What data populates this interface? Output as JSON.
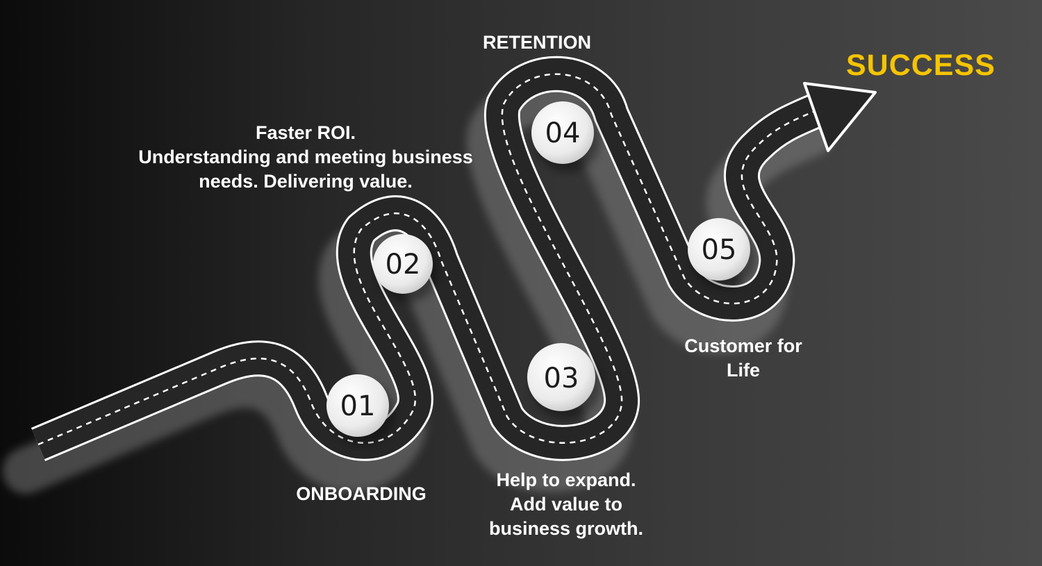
{
  "diagram": {
    "goal": "SUCCESS",
    "stages": [
      {
        "number": "01",
        "lines": [
          "ONBOARDING"
        ]
      },
      {
        "number": "02",
        "lines": [
          "Faster ROI.",
          "Understanding and meeting business",
          "needs. Delivering value."
        ]
      },
      {
        "number": "03",
        "lines": [
          "Help to expand.",
          "Add value to",
          "business growth."
        ]
      },
      {
        "number": "04",
        "lines": [
          "RETENTION"
        ]
      },
      {
        "number": "05",
        "lines": [
          "Customer for",
          "Life"
        ]
      }
    ]
  },
  "colors": {
    "accent": "#f5c400",
    "road": "#262626",
    "road_edge": "#ffffff",
    "marker": "#ececec",
    "text": "#ffffff"
  }
}
